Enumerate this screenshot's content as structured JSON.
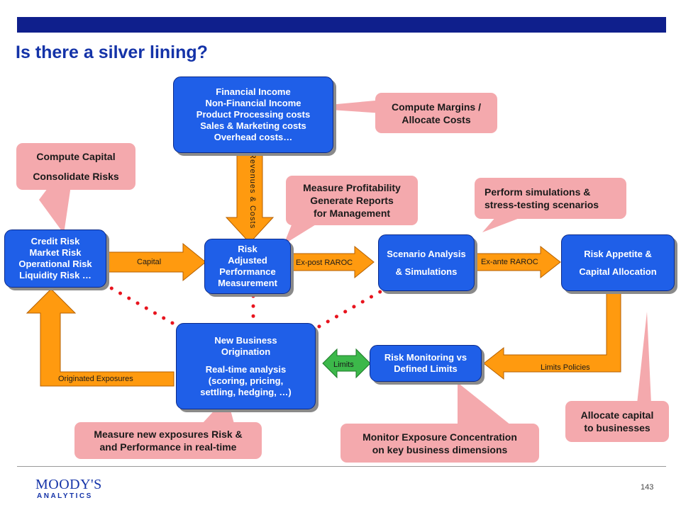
{
  "title": "Is there a silver lining?",
  "colors": {
    "accent": "#0f1f8c",
    "box": "#1f5fe8",
    "callout": "#f4a9ad",
    "arrow": "#ff9a0f",
    "dots": "#e8141e"
  },
  "boxes": {
    "financial_income": [
      "Financial Income",
      "Non-Financial Income",
      "Product Processing costs",
      "Sales & Marketing costs",
      "Overhead costs…"
    ],
    "credit_risk": [
      "Credit Risk",
      "Market Risk",
      "Operational Risk",
      "Liquidity Risk …"
    ],
    "rapm": [
      "Risk",
      "Adjusted",
      "Performance",
      "Measurement"
    ],
    "scenario": [
      "Scenario Analysis",
      "& Simulations"
    ],
    "risk_appetite": [
      "Risk Appetite &",
      "Capital Allocation"
    ],
    "new_business": [
      "New Business",
      "Origination",
      "Real-time analysis",
      "(scoring, pricing,",
      "settling, hedging, …)"
    ],
    "risk_monitoring": [
      "Risk Monitoring vs",
      "Defined Limits"
    ]
  },
  "callouts": {
    "compute_margins": [
      "Compute Margins /",
      "Allocate Costs"
    ],
    "compute_capital": [
      "Compute Capital",
      "Consolidate Risks"
    ],
    "measure_profitability": [
      "Measure Profitability",
      "Generate Reports",
      "for Management"
    ],
    "perform_simulations": [
      "Perform simulations &",
      "stress-testing scenarios"
    ],
    "allocate_capital": [
      "Allocate capital",
      "to businesses"
    ],
    "measure_new_exposures": [
      "Measure new exposures Risk &",
      "and Performance in real-time"
    ],
    "monitor_exposure": [
      "Monitor Exposure Concentration",
      "on key business dimensions"
    ]
  },
  "arrow_labels": {
    "revenues_costs": "Revenues & Costs",
    "capital": "Capital",
    "ex_post": "Ex-post RAROC",
    "ex_ante": "Ex-ante RAROC",
    "limits_policies": "Limits Policies",
    "limits": "Limits",
    "originated_exposures": "Originated Exposures"
  },
  "footer": {
    "logo_line1": "MOODY'S",
    "logo_line2": "ANALYTICS",
    "page_number": "143"
  }
}
